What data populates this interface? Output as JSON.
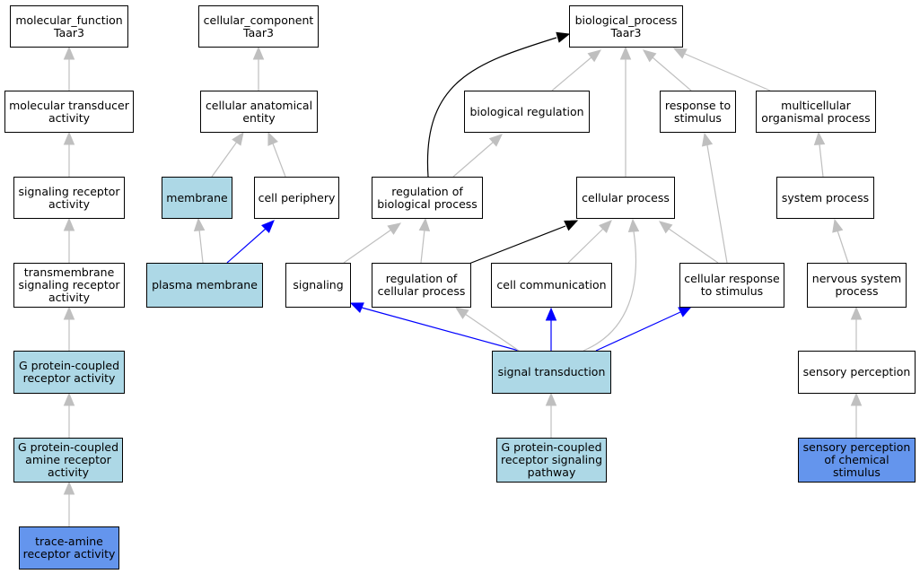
{
  "colors": {
    "default_fill": "#ffffff",
    "light_fill": "#add8e6",
    "dark_fill": "#6495ed",
    "edge_gray": "#bfbfbf",
    "edge_black": "#000000",
    "edge_blue": "#0000ff"
  },
  "nodes": {
    "mf_root": {
      "label": "molecular_function\nTaar3",
      "fill": "default"
    },
    "cc_root": {
      "label": "cellular_component\nTaar3",
      "fill": "default"
    },
    "bp_root": {
      "label": "biological_process\nTaar3",
      "fill": "default"
    },
    "mol_trans": {
      "label": "molecular transducer\nactivity",
      "fill": "default"
    },
    "cell_anat": {
      "label": "cellular anatomical\nentity",
      "fill": "default"
    },
    "bio_reg": {
      "label": "biological regulation",
      "fill": "default"
    },
    "resp_stim": {
      "label": "response to\nstimulus",
      "fill": "default"
    },
    "multicell": {
      "label": "multicellular\norganismal process",
      "fill": "default"
    },
    "sig_rec": {
      "label": "signaling receptor\nactivity",
      "fill": "default"
    },
    "membrane": {
      "label": "membrane",
      "fill": "light"
    },
    "cell_peri": {
      "label": "cell periphery",
      "fill": "default"
    },
    "reg_bio": {
      "label": "regulation of\nbiological process",
      "fill": "default"
    },
    "cell_proc": {
      "label": "cellular process",
      "fill": "default"
    },
    "sys_proc": {
      "label": "system process",
      "fill": "default"
    },
    "tm_sig": {
      "label": "transmembrane\nsignaling receptor\nactivity",
      "fill": "default"
    },
    "plasma": {
      "label": "plasma membrane",
      "fill": "light"
    },
    "signaling": {
      "label": "signaling",
      "fill": "default"
    },
    "reg_cell": {
      "label": "regulation of\ncellular process",
      "fill": "default"
    },
    "cell_comm": {
      "label": "cell communication",
      "fill": "default"
    },
    "cell_resp": {
      "label": "cellular response\nto stimulus",
      "fill": "default"
    },
    "nerv_sys": {
      "label": "nervous system\nprocess",
      "fill": "default"
    },
    "gpcr": {
      "label": "G protein-coupled\nreceptor activity",
      "fill": "light"
    },
    "sig_trans": {
      "label": "signal transduction",
      "fill": "light"
    },
    "sens_perc": {
      "label": "sensory perception",
      "fill": "default"
    },
    "gpcr_amine": {
      "label": "G protein-coupled\namine receptor\nactivity",
      "fill": "light"
    },
    "gpcr_path": {
      "label": "G protein-coupled\nreceptor signaling\npathway",
      "fill": "light"
    },
    "sens_chem": {
      "label": "sensory perception\nof chemical\nstimulus",
      "fill": "dark"
    },
    "trace_am": {
      "label": "trace-amine\nreceptor activity",
      "fill": "dark"
    }
  },
  "edges": [
    {
      "from": "mol_trans",
      "to": "mf_root",
      "type": "is_a"
    },
    {
      "from": "sig_rec",
      "to": "mol_trans",
      "type": "is_a"
    },
    {
      "from": "tm_sig",
      "to": "sig_rec",
      "type": "is_a"
    },
    {
      "from": "gpcr",
      "to": "tm_sig",
      "type": "is_a"
    },
    {
      "from": "gpcr_amine",
      "to": "gpcr",
      "type": "is_a"
    },
    {
      "from": "trace_am",
      "to": "gpcr_amine",
      "type": "is_a"
    },
    {
      "from": "cell_anat",
      "to": "cc_root",
      "type": "is_a"
    },
    {
      "from": "membrane",
      "to": "cell_anat",
      "type": "is_a"
    },
    {
      "from": "cell_peri",
      "to": "cell_anat",
      "type": "is_a"
    },
    {
      "from": "plasma",
      "to": "membrane",
      "type": "is_a"
    },
    {
      "from": "plasma",
      "to": "cell_peri",
      "type": "part_of"
    },
    {
      "from": "bio_reg",
      "to": "bp_root",
      "type": "is_a"
    },
    {
      "from": "resp_stim",
      "to": "bp_root",
      "type": "is_a"
    },
    {
      "from": "multicell",
      "to": "bp_root",
      "type": "is_a"
    },
    {
      "from": "cell_proc",
      "to": "bp_root",
      "type": "is_a"
    },
    {
      "from": "reg_bio",
      "to": "bp_root",
      "type": "regulates"
    },
    {
      "from": "reg_bio",
      "to": "bio_reg",
      "type": "is_a"
    },
    {
      "from": "sys_proc",
      "to": "multicell",
      "type": "is_a"
    },
    {
      "from": "signaling",
      "to": "reg_bio",
      "type": "is_a"
    },
    {
      "from": "reg_cell",
      "to": "reg_bio",
      "type": "is_a"
    },
    {
      "from": "reg_cell",
      "to": "cell_proc",
      "type": "regulates"
    },
    {
      "from": "cell_comm",
      "to": "cell_proc",
      "type": "is_a"
    },
    {
      "from": "cell_resp",
      "to": "cell_proc",
      "type": "is_a"
    },
    {
      "from": "cell_resp",
      "to": "resp_stim",
      "type": "is_a"
    },
    {
      "from": "nerv_sys",
      "to": "sys_proc",
      "type": "is_a"
    },
    {
      "from": "sig_trans",
      "to": "signaling",
      "type": "part_of"
    },
    {
      "from": "sig_trans",
      "to": "reg_cell",
      "type": "is_a"
    },
    {
      "from": "sig_trans",
      "to": "cell_comm",
      "type": "part_of"
    },
    {
      "from": "sig_trans",
      "to": "cell_proc",
      "type": "is_a"
    },
    {
      "from": "sig_trans",
      "to": "cell_resp",
      "type": "part_of"
    },
    {
      "from": "sens_perc",
      "to": "nerv_sys",
      "type": "is_a"
    },
    {
      "from": "gpcr_path",
      "to": "sig_trans",
      "type": "is_a"
    },
    {
      "from": "sens_chem",
      "to": "sens_perc",
      "type": "is_a"
    }
  ]
}
